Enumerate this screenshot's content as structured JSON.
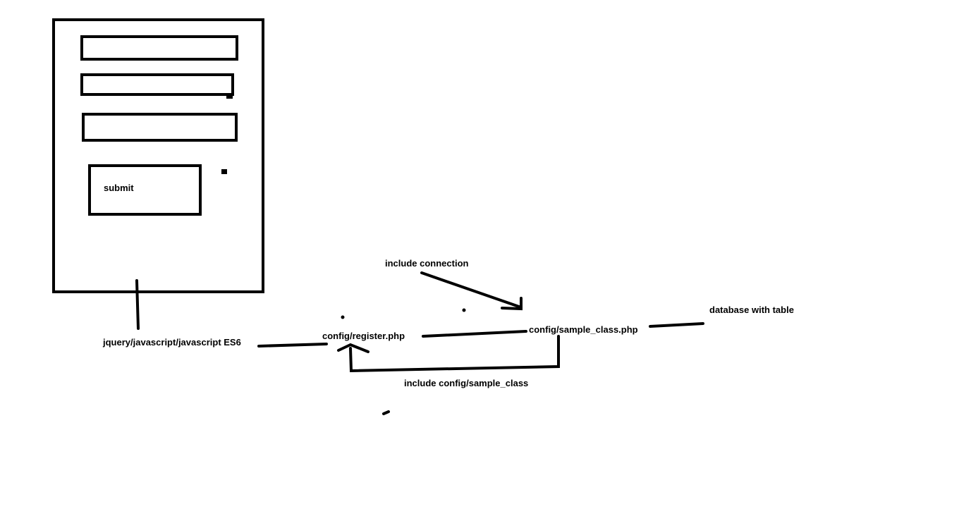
{
  "form": {
    "submit_label": "submit"
  },
  "labels": {
    "frontend": "jquery/javascript/javascript ES6",
    "register": "config/register.php",
    "include_connection": "include connection",
    "sample_class": "config/sample_class.php",
    "database": "database with table",
    "include_sample_class": "include config/sample_class"
  }
}
